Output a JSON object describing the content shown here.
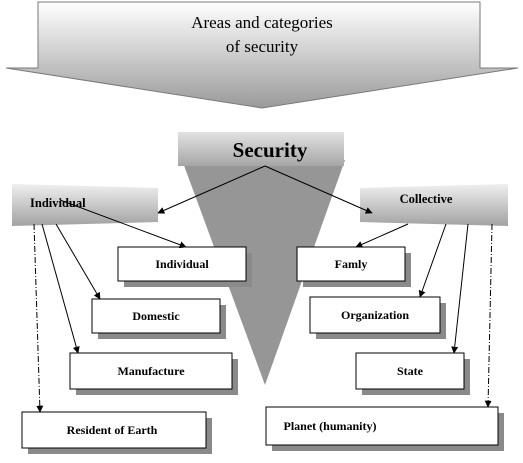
{
  "header": {
    "title_line1": "Areas and categories",
    "title_line2": "of security"
  },
  "center": {
    "label": "Security"
  },
  "left_group": {
    "label": "Individual",
    "items": [
      "Individual",
      "Domestic",
      "Manufacture",
      "Resident  of Earth"
    ]
  },
  "right_group": {
    "label": "Collective",
    "items": [
      "Famly",
      "Organization",
      "State",
      "Planet  (humanity)"
    ]
  },
  "colors": {
    "banner_light": "#ffffff",
    "banner_dark": "#9a9a9a",
    "funnel": "#969696",
    "shadow": "#8a8a8a",
    "line": "#000000"
  }
}
